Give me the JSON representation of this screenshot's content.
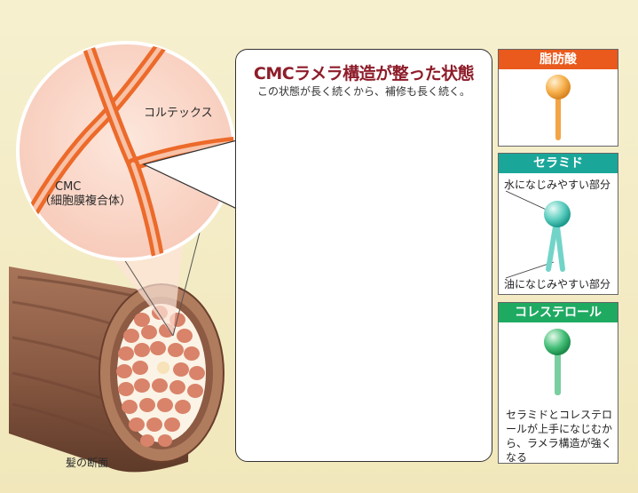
{
  "hair_section": {
    "cortex_label": "コルテックス",
    "cmc_label_line1": "CMC",
    "cmc_label_line2": "（細胞膜複合体）",
    "caption": "髪の断面"
  },
  "main_panel": {
    "title": "CMCラメラ構造が整った状態",
    "subtitle": "この状態が長く続くから、補修も長く続く。"
  },
  "legend": {
    "fatty_acid": {
      "title": "脂肪酸",
      "color": "#ea5a1d"
    },
    "ceramide": {
      "title": "セラミド",
      "color": "#1aa79a",
      "hydrophilic_label": "水になじみやすい部分",
      "lipophilic_label": "油になじみやすい部分"
    },
    "cholesterol": {
      "title": "コレステロール",
      "color": "#1faa62",
      "description": "セラミドとコレステロールが上手になじむから、ラメラ構造が強くなる"
    }
  }
}
